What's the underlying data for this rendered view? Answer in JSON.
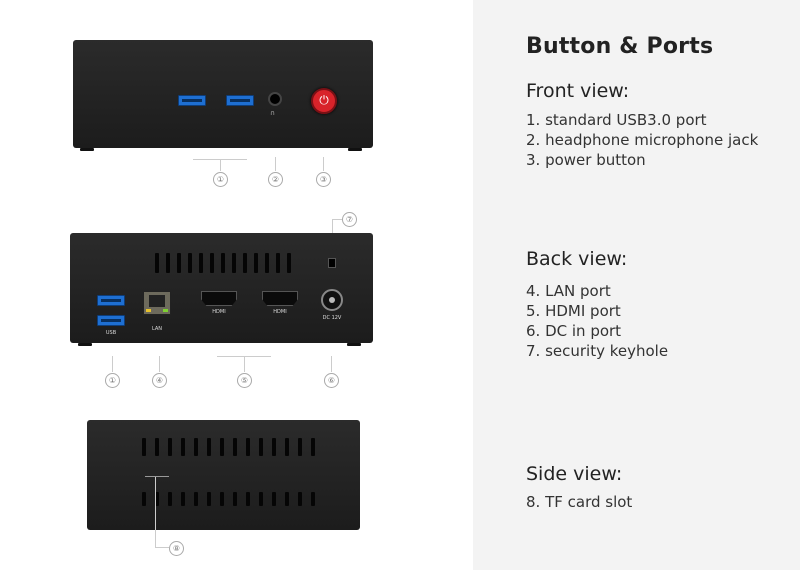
{
  "title": "Button & Ports",
  "sections": [
    {
      "id": "front",
      "title": "Front view:",
      "items": [
        "1. standard USB3.0 port",
        "2. headphone microphone jack",
        "3. power button"
      ]
    },
    {
      "id": "back",
      "title": "Back view:",
      "items": [
        "4. LAN port",
        "5. HDMI port",
        "6. DC in port",
        "7. security keyhole"
      ]
    },
    {
      "id": "side",
      "title": "Side view:",
      "items": [
        "8. TF card slot"
      ]
    }
  ],
  "callouts": {
    "c1": "①",
    "c2": "②",
    "c3": "③",
    "c4": "④",
    "c5": "⑤",
    "c6": "⑥",
    "c7": "⑦",
    "c8": "⑧"
  },
  "port_labels": {
    "hdmi1": "HDMI",
    "hdmi2": "HDMI",
    "usb": "USB",
    "lan": "LAN",
    "dc": "DC 12V"
  },
  "colors": {
    "device": "#222222",
    "usb": "#1e6fd2",
    "power": "#d8232a",
    "panel": "#f3f3f3"
  }
}
